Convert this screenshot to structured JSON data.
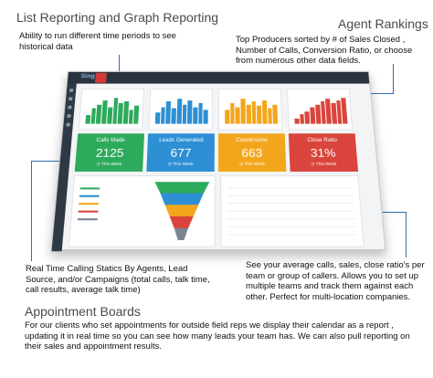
{
  "list_reporting": {
    "heading": "List Reporting and Graph Reporting",
    "description": "Ability to run different time periods to see historical data"
  },
  "agent_rankings": {
    "heading": "Agent Rankings",
    "description": "Top Producers sorted by # of Sales Closed , Number of Calls, Conversion Ratio, or choose from numerous other data fields."
  },
  "real_time_stats": {
    "description": "Real Time Calling Statics By Agents, Lead Source, and/or Campaigns (total calls, talk time, call results, average talk time)"
  },
  "average_calls": {
    "description": "See your average calls, sales, close ratio's per team or group of callers. Allows you to set up multiple teams and track them against each other. Perfect for multi-location companies."
  },
  "appointment_boards": {
    "heading": "Appointment Boards",
    "description": "For our clients who set appointments for outside field reps we display their calendar as a report , updating it in real time so you can see how many leads your team has. We can also pull reporting on their sales and appointment results."
  },
  "dashboard": {
    "logo_text": "Sing",
    "colors": {
      "calls": "#2eaa5c",
      "leads": "#2d8fd4",
      "conversions": "#f3a61c",
      "close_ratio": "#d9453c",
      "topbar": "#2a3340",
      "callout": "#2f6fb0"
    },
    "tiles": [
      {
        "label": "Calls Made",
        "value": "2125",
        "period": "This Week"
      },
      {
        "label": "Leads Generated",
        "value": "677",
        "period": "This Week"
      },
      {
        "label": "Conversions",
        "value": "663",
        "period": "This Week"
      },
      {
        "label": "Close Ratio",
        "value": "31%",
        "period": "This Week"
      }
    ]
  }
}
